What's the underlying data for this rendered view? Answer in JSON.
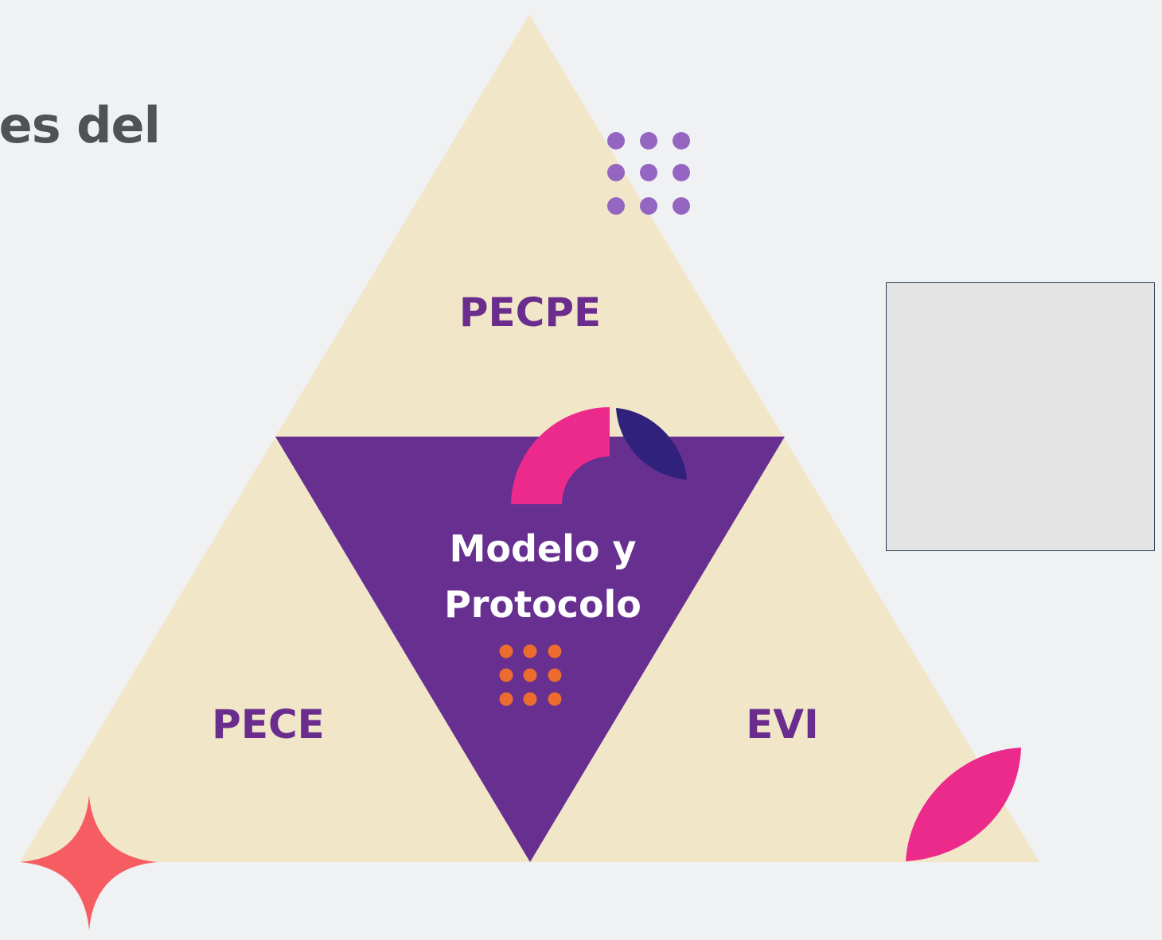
{
  "heading": "tes del",
  "diagram": {
    "nodes": {
      "top": "PECPE",
      "left": "PECE",
      "right": "EVI",
      "center_line1": "Modelo y",
      "center_line2": "Protocolo"
    }
  },
  "colors": {
    "background": "#eff1f3",
    "triangle_fill": "#f2e6c9",
    "center_fill": "#673090",
    "label_text": "#6a2d8e",
    "center_text": "#ffffff",
    "heading_text": "#505254",
    "dots_purple": "#9466c2",
    "dots_orange": "#ec6b2e",
    "accent_pink": "#ec2a8b",
    "accent_navy": "#30227c",
    "star_coral": "#f65d63",
    "box_fill": "#e4e4e4",
    "box_border": "#2d3a55"
  }
}
